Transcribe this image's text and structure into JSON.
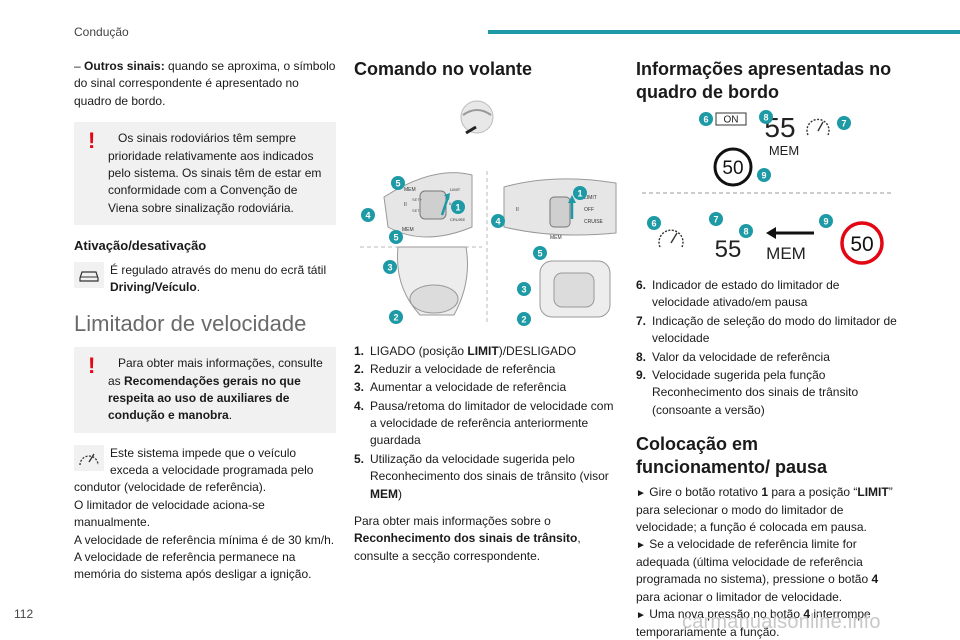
{
  "header": {
    "section": "Condução"
  },
  "page_number": "112",
  "watermark": "carmanualsonline.info",
  "col1": {
    "outros_lead": "Outros sinais:",
    "outros_text": " quando se aproxima, o símbolo do sinal correspondente é apresentado no quadro de bordo.",
    "dash": "–",
    "warning1": "Os sinais rodoviários têm sempre prioridade relativamente aos indicados pelo sistema. Os sinais têm de estar em conformidade com a Convenção de Viena sobre sinalização rodoviária.",
    "activation_title": "Ativação/desativação",
    "activation_text": "É regulado através do menu do ecrã tátil ",
    "activation_bold": "Driving/Veículo",
    "activation_end": ".",
    "limiter_title": "Limitador de velocidade",
    "warning2_pre": "Para obter mais informações, consulte as ",
    "warning2_bold": "Recomendações gerais no que respeita ao uso de auxiliares de condução e manobra",
    "warning2_end": ".",
    "system_p1": "Este sistema impede que o veículo exceda a velocidade programada pelo condutor (velocidade de referência).",
    "system_p2": "O limitador de velocidade aciona-se manualmente.",
    "system_p3": "A velocidade de referência mínima é de 30 km/h.",
    "system_p4": "A velocidade de referência permanece na memória do sistema após desligar a ignição."
  },
  "col2": {
    "title": "Comando no volante",
    "fig_labels": {
      "limit": "LIMIT",
      "off": "OFF",
      "cruise": "CRUISE",
      "mem": "MEM",
      "set_plus": "SET+",
      "set_minus": "SET-",
      "zero": "0",
      "pause": "II"
    },
    "callouts": [
      "1",
      "2",
      "3",
      "4",
      "5"
    ],
    "items": [
      {
        "n": "1.",
        "pre": "LIGADO (posição ",
        "bold": "LIMIT",
        "post": ")/DESLIGADO"
      },
      {
        "n": "2.",
        "pre": "Reduzir a velocidade de referência",
        "bold": "",
        "post": ""
      },
      {
        "n": "3.",
        "pre": "Aumentar a velocidade de referência",
        "bold": "",
        "post": ""
      },
      {
        "n": "4.",
        "pre": "Pausa/retoma do limitador de velocidade com a velocidade de referência anteriormente guardada",
        "bold": "",
        "post": ""
      },
      {
        "n": "5.",
        "pre": "Utilização da velocidade sugerida pelo Reconhecimento dos sinais de trânsito (visor ",
        "bold": "MEM",
        "post": ")"
      }
    ],
    "more_pre": "Para obter mais informações sobre o ",
    "more_bold": "Reconhecimento dos sinais de trânsito",
    "more_post": ", consulte a secção correspondente."
  },
  "col3": {
    "title": "Informações apresentadas no quadro de bordo",
    "display1": {
      "on": "ON",
      "speed": "55",
      "mem": "MEM",
      "sign": "50"
    },
    "display2": {
      "speed": "55",
      "mem": "MEM",
      "sign": "50"
    },
    "callouts1": [
      "6",
      "7",
      "8",
      "9"
    ],
    "callouts2": [
      "6",
      "7",
      "8",
      "9"
    ],
    "items": [
      {
        "n": "6.",
        "text": "Indicador de estado do limitador de velocidade ativado/em pausa"
      },
      {
        "n": "7.",
        "text": "Indicação de seleção do modo do limitador de velocidade"
      },
      {
        "n": "8.",
        "text": "Valor da velocidade de referência"
      },
      {
        "n": "9.",
        "text": "Velocidade sugerida pela função Reconhecimento dos sinais de trânsito (consoante a versão)"
      }
    ],
    "start_title": "Colocação em funcionamento/ pausa",
    "arrow": "►",
    "step1_pre": " Gire o botão rotativo ",
    "step1_b1": "1",
    "step1_mid": " para a posição “",
    "step1_b2": "LIMIT",
    "step1_post": "” para selecionar o modo do limitador de velocidade; a função é colocada em pausa.",
    "step2_pre": " Se a velocidade de referência limite for adequada (última velocidade de referência programada no sistema), pressione o botão ",
    "step2_b": "4",
    "step2_post": " para acionar o limitador de velocidade.",
    "step3_pre": " Uma nova pressão no botão ",
    "step3_b": "4",
    "step3_post": " interrompe temporariamente a função."
  }
}
